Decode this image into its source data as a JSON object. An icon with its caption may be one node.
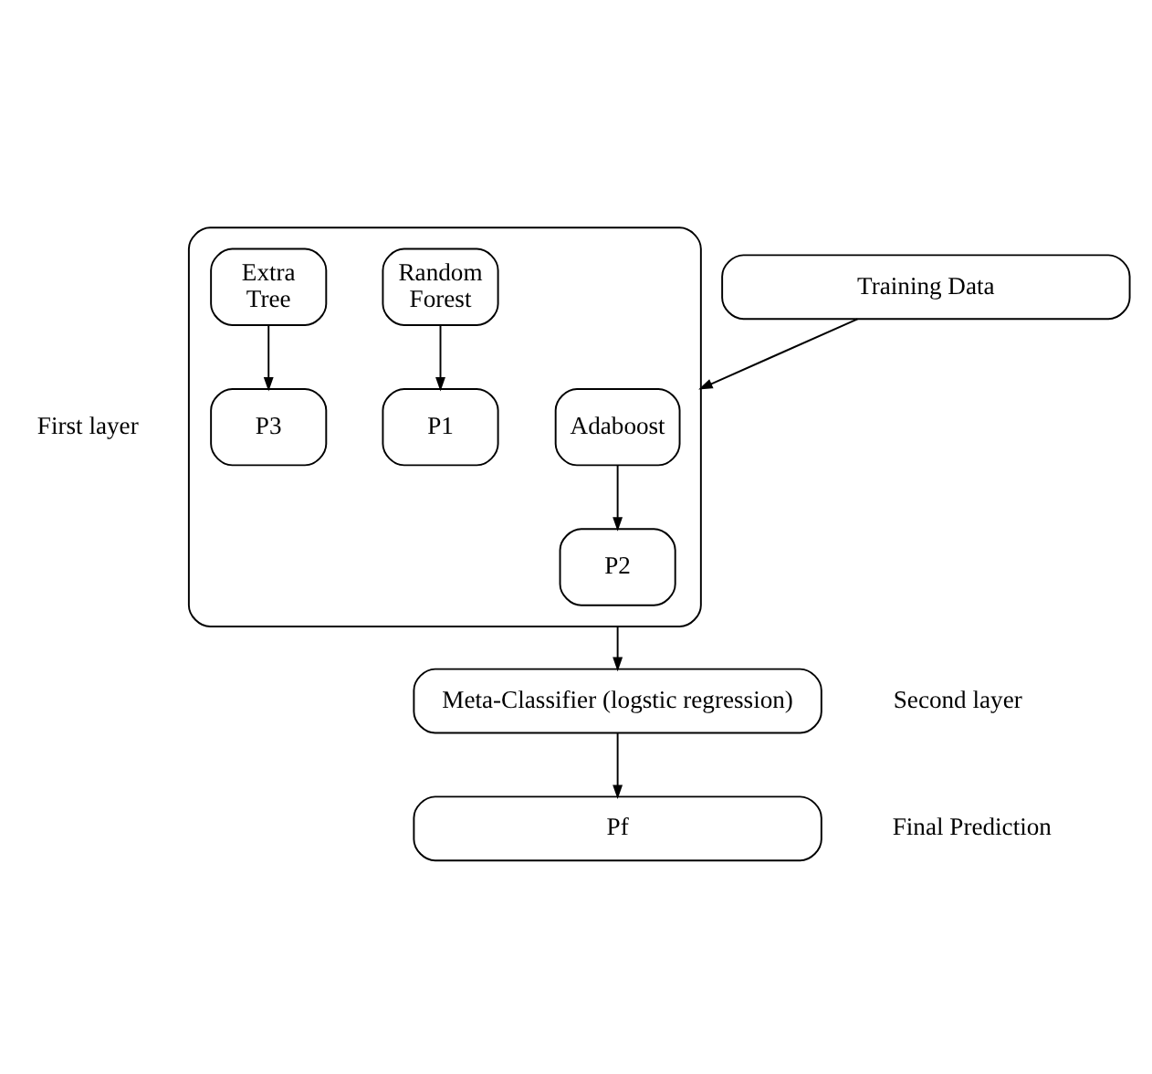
{
  "diagram": {
    "nodes": [
      {
        "text": [
          "Training Data"
        ]
      },
      {
        "text": [],
        "shape": "box",
        "beside": [
          "First layer"
        ]
      },
      {
        "text": [
          "Random Forest"
        ],
        "in": 1
      },
      {
        "text": [
          "Adaboost"
        ],
        "in": 1
      },
      {
        "text": [
          "Extra Tree"
        ],
        "in": 1
      },
      {
        "text": [
          "P1"
        ],
        "in": 1
      },
      {
        "text": [
          "P2"
        ],
        "in": 1
      },
      {
        "text": [
          "P3"
        ],
        "in": 1
      },
      {
        "text": [
          "Meta-Classifier (logstic regression)"
        ],
        "beside": [
          "Second layer"
        ]
      },
      {
        "text": [
          "Pf"
        ],
        "beside": [
          "Final Prediction"
        ]
      }
    ],
    "edges": [
      {
        "from": 0,
        "to": 1,
        "arrow": "to"
      },
      {
        "from": 2,
        "to": 5,
        "arrow": "to"
      },
      {
        "from": 3,
        "to": 6,
        "arrow": "to"
      },
      {
        "from": 4,
        "to": 7,
        "arrow": "to"
      },
      {
        "from": 1,
        "to": 8,
        "arrow": "to"
      },
      {
        "from": 8,
        "to": 9,
        "arrow": "to"
      }
    ]
  }
}
